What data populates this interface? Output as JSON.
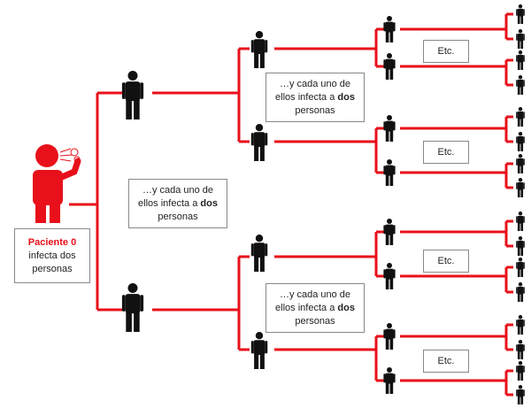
{
  "colors": {
    "line": "#e8101a",
    "person": "#111111",
    "patient": "#e8101a"
  },
  "patient": {
    "title": "Paciente 0",
    "line2": "infecta dos",
    "line3": "personas"
  },
  "spread_text": {
    "pre": "…y cada uno de ellos infecta a ",
    "bold": "dos",
    "post": " personas"
  },
  "etc_label": "Etc."
}
